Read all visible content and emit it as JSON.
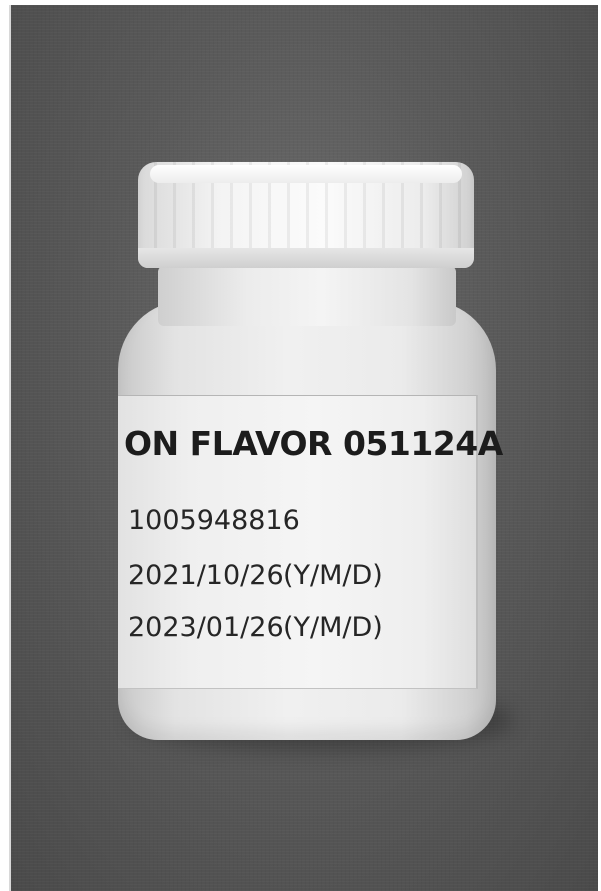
{
  "label": {
    "title": "ON FLAVOR 051124A",
    "code": "1005948816",
    "manufacture_date": "2021/10/26",
    "manufacture_format": "(Y/M/D)",
    "expiry_date": "2023/01/26",
    "expiry_format": "(Y/M/D)"
  },
  "colors": {
    "backdrop": "#5a5a5a",
    "bottle": "#f0f0f0",
    "label_text": "#1c1c1c"
  }
}
